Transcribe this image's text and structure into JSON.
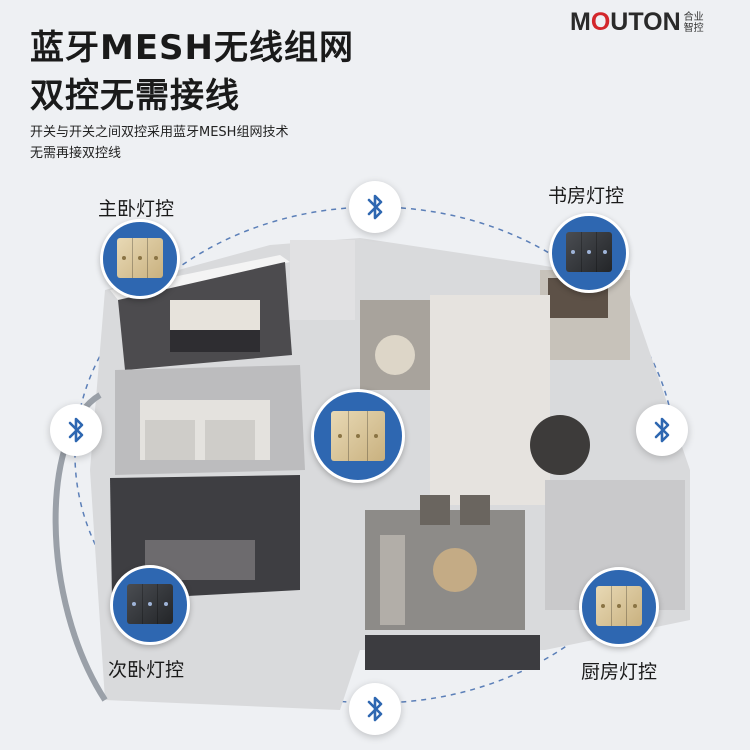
{
  "headline": {
    "line1": "蓝牙MESH无线组网",
    "line2": "双控无需接线"
  },
  "subtitle": {
    "line1": "开关与开关之间双控采用蓝牙MESH组网技术",
    "line2": "无需再接双控线"
  },
  "brand": {
    "name_a": "M",
    "name_o": "O",
    "name_b": "UTON",
    "cn_line1": "合业",
    "cn_line2": "智控"
  },
  "rooms": {
    "master_bedroom": "主卧灯控",
    "study": "书房灯控",
    "second_bedroom": "次卧灯控",
    "kitchen": "厨房灯控"
  },
  "colors": {
    "accent_blue": "#2e67b1",
    "logo_red": "#d3262b",
    "panel_gold": "#d8c498",
    "panel_dark": "#2f3135"
  },
  "icons": [
    "bluetooth-icon",
    "light-switch-icon"
  ]
}
